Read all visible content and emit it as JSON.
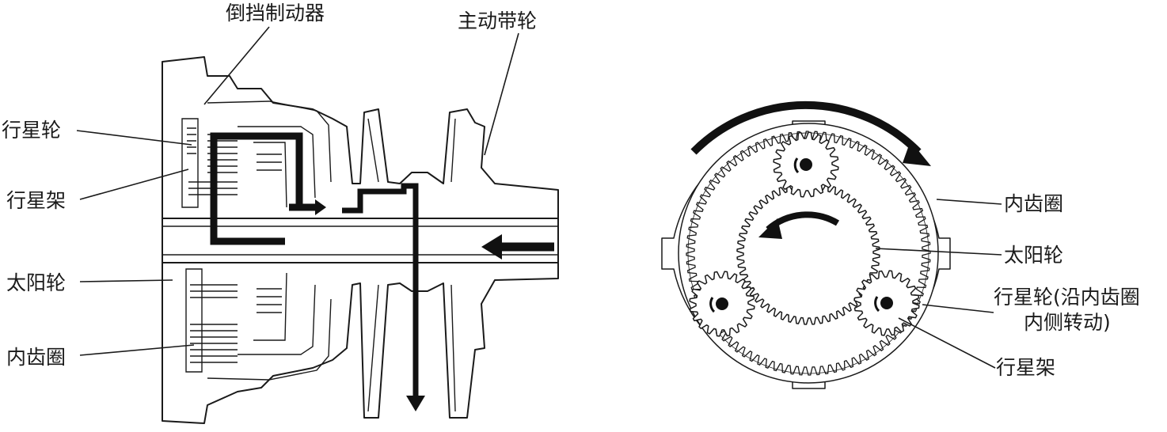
{
  "labels": {
    "reverse_brake": "倒挡制动器",
    "drive_pulley": "主动带轮",
    "planet_gear_left": "行星轮",
    "planet_carrier_left": "行星架",
    "sun_gear_left": "太阳轮",
    "ring_gear_left": "内齿圈",
    "ring_gear_right": "内齿圈",
    "sun_gear_right": "太阳轮",
    "planet_gear_right_line1": "行星轮(沿内齿圈",
    "planet_gear_right_line2": "内侧转动)",
    "planet_carrier_right": "行星架"
  }
}
